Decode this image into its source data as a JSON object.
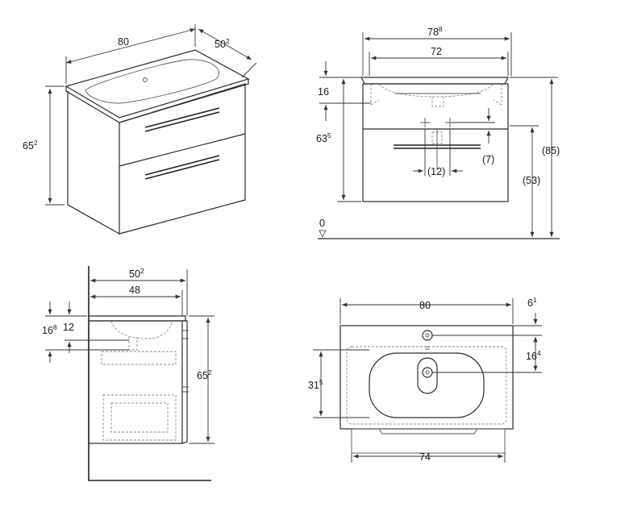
{
  "perspective_view": {
    "width": {
      "main": "80",
      "sup": ""
    },
    "depth": {
      "main": "50",
      "sup": "2"
    },
    "height": {
      "main": "65",
      "sup": "2"
    }
  },
  "front_view": {
    "overall_width": {
      "main": "78",
      "sup": "8"
    },
    "inner_width": {
      "main": "72",
      "sup": ""
    },
    "basin_top": {
      "main": "16",
      "sup": ""
    },
    "height": {
      "main": "63",
      "sup": "5"
    },
    "drawer_offset": {
      "main": "(7)",
      "sup": ""
    },
    "hole_spacing": {
      "main": "(12)",
      "sup": ""
    },
    "drawer_height": {
      "main": "(53)",
      "sup": ""
    },
    "total_height": {
      "main": "(85)",
      "sup": ""
    },
    "floor_level": {
      "main": "0",
      "sup": ""
    }
  },
  "side_view": {
    "depth_total": {
      "main": "50",
      "sup": "2"
    },
    "depth_body": {
      "main": "48",
      "sup": ""
    },
    "dim_a": {
      "main": "16",
      "sup": "8"
    },
    "dim_b": {
      "main": "12",
      "sup": ""
    },
    "height": {
      "main": "65",
      "sup": "2"
    }
  },
  "top_view": {
    "width": {
      "main": "80",
      "sup": ""
    },
    "tap_offset": {
      "main": "6",
      "sup": "1"
    },
    "drain_offset": {
      "main": "16",
      "sup": "4"
    },
    "bowl_depth": {
      "main": "31",
      "sup": "5"
    },
    "bowl_width": {
      "main": "74",
      "sup": ""
    }
  }
}
